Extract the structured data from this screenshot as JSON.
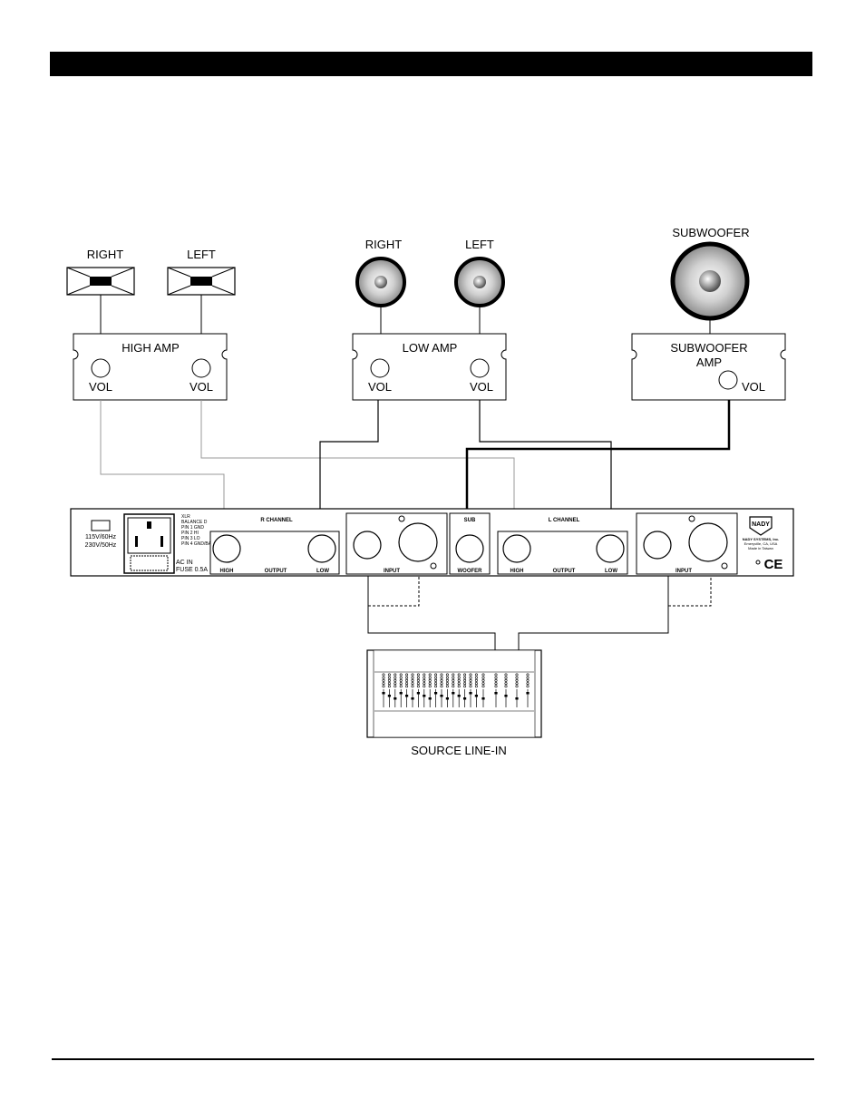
{
  "speakers": {
    "high_right": "RIGHT",
    "high_left": "LEFT",
    "low_right": "RIGHT",
    "low_left": "LEFT",
    "subwoofer": "SUBWOOFER"
  },
  "amps": {
    "high": {
      "label": "HIGH AMP",
      "vol_left": "VOL",
      "vol_right": "VOL"
    },
    "low": {
      "label": "LOW AMP",
      "vol_left": "VOL",
      "vol_right": "VOL"
    },
    "sub": {
      "label_line1": "SUBWOOFER",
      "label_line2": "AMP",
      "vol": "VOL"
    }
  },
  "crossover": {
    "power_line1": "115V/60Hz",
    "power_line2": "230V/50Hz",
    "xlr_lines": [
      "XLR",
      "BALANCE D",
      "PIN 1 GND",
      "PIN 2 HI",
      "PIN 3 LO",
      "PIN 4 GND/BAL"
    ],
    "ac_in": "AC IN",
    "fuse": "FUSE 0.5A",
    "r_channel": "R CHANNEL",
    "l_channel": "L CHANNEL",
    "high": "HIGH",
    "output": "OUTPUT",
    "low": "LOW",
    "input": "INPUT",
    "sub": "SUB",
    "woofer": "WOOFER",
    "brand": "NADY",
    "company_line1": "NADY SYSTEMS, Inc.",
    "company_line2": "Emeryville, CA, USA",
    "company_line3": "Made in Taiwan",
    "ce_mark": "CE"
  },
  "source": {
    "label": "SOURCE LINE-IN"
  }
}
